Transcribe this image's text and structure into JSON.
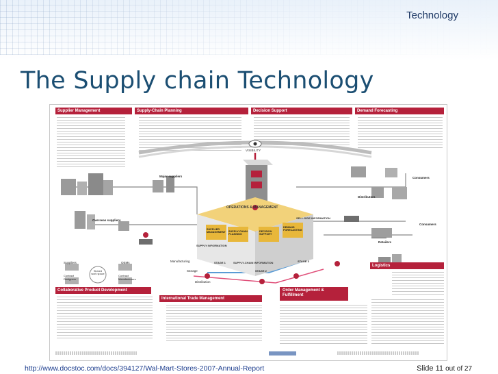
{
  "slide": {
    "category": "Technology",
    "title": "The Supply chain Technology",
    "source_link": "http://www.docstoc.com/docs/394127/Wal-Mart-Stores-2007-Annual-Report",
    "slide_label": "Slide",
    "slide_number": "11",
    "slide_of": "out of 27"
  },
  "infographic": {
    "headers": {
      "supplier_management": "Supplier Management",
      "supply_chain_planning": "Supply-Chain Planning",
      "decision_support": "Decision Support",
      "demand_forecasting": "Demand Forecasting",
      "collaborative": "Collaborative Product Development",
      "international": "International Trade Management",
      "logistics": "Logistics",
      "order_management": "Order Management & Fulfillment"
    },
    "labels": {
      "visibility": "VISIBILITY",
      "major_suppliers": "Major suppliers",
      "overseas_suppliers": "Overseas suppliers",
      "consumers_top": "Consumers",
      "consumers_mid": "Consumers",
      "distributors": "Distributors",
      "retailers": "Retailers",
      "ops_mgmt": "OPERATIONS & MANAGEMENT",
      "supplier_mgmt_box": "SUPPLIER MANAGEMENT",
      "supply_chain_box": "SUPPLY-CHAIN PLANNING",
      "decision_box": "DECISION SUPPORT",
      "demand_box": "DEMAND FORECASTING",
      "sell_side": "SELL-SIDE INFORMATION",
      "supply_info": "SUPPLY INFORMATION",
      "supply_chain_info": "SUPPLY-CHAIN INFORMATION",
      "manufacturing": "Manufacturing",
      "storage": "Storage",
      "distribution": "Distribution",
      "stage1": "STAGE 1",
      "stage2": "STAGE 2",
      "stage3": "STAGE 3",
      "suppliers": "Suppliers",
      "contract_designers": "Contract Designers",
      "oems": "OEMs",
      "contract_manufacturers": "Contract Manufacturers",
      "shared_workspace": "Shared work space"
    }
  }
}
